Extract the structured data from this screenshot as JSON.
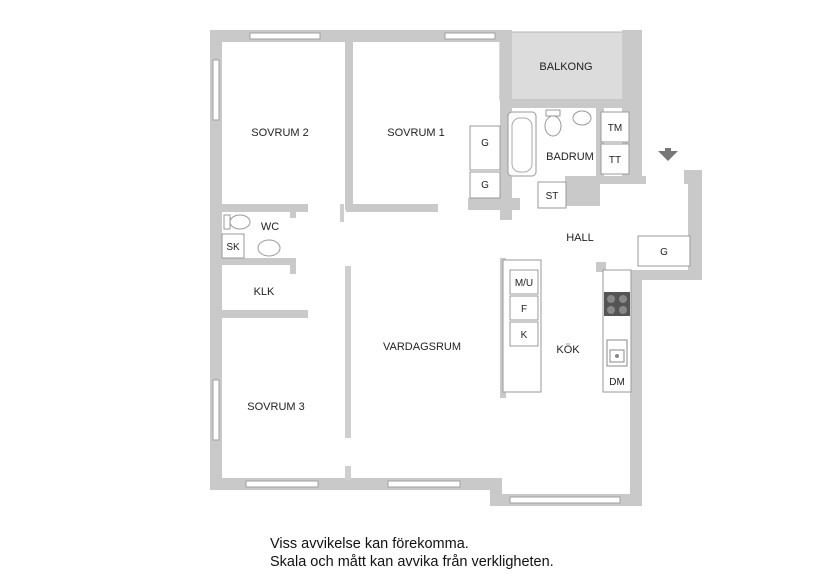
{
  "rooms": {
    "balkong": "BALKONG",
    "sovrum2": "SOVRUM 2",
    "sovrum1": "SOVRUM 1",
    "badrum": "BADRUM",
    "wc": "WC",
    "hall": "HALL",
    "klk": "KLK",
    "vardagsrum": "VARDAGSRUM",
    "kok": "KÖK",
    "sovrum3": "SOVRUM 3"
  },
  "fixtures": {
    "g1": "G",
    "g2": "G",
    "g3": "G",
    "st": "ST",
    "tm": "TM",
    "tt": "TT",
    "sk": "SK",
    "mu": "M/U",
    "f": "F",
    "k": "K",
    "dm": "DM"
  },
  "icons": {
    "entrance": "entrance-arrow-icon",
    "toilet": "toilet-icon",
    "sink": "sink-icon",
    "bathtub": "bathtub-icon",
    "stove": "stove-icon",
    "kitchen_sink": "kitchen-sink-icon"
  },
  "notes": {
    "line1": "Viss avvikelse kan förekomma.",
    "line2": "Skala och mått kan avvika från verkligheten."
  },
  "colors": {
    "wall": "#c9c9c9",
    "balcony": "#dcdcdc",
    "arrow": "#777777"
  }
}
